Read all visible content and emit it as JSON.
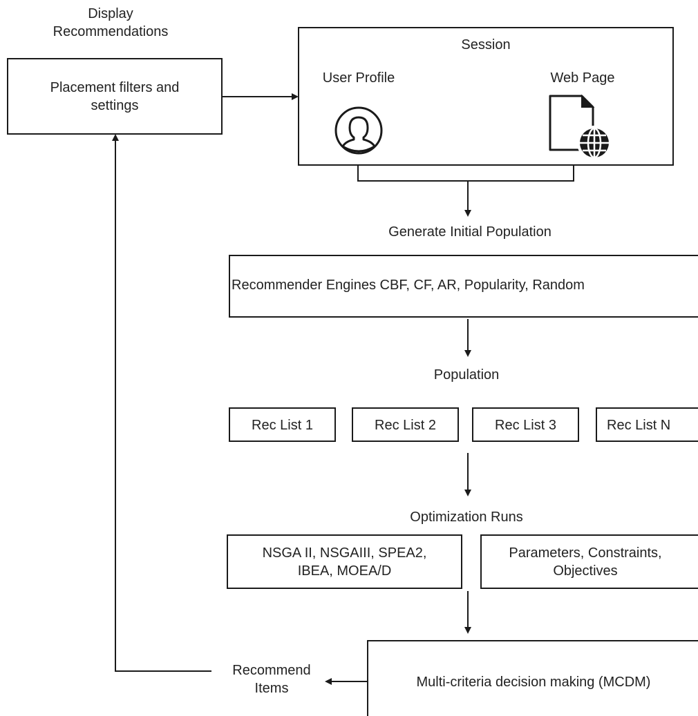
{
  "display": {
    "title_line1": "Display",
    "title_line2": "Recommendations",
    "placement_line1": "Placement filters and",
    "placement_line2": "settings"
  },
  "session": {
    "title": "Session",
    "user_profile": "User Profile",
    "web_page": "Web Page"
  },
  "generate_label": "Generate Initial Population",
  "engines_label": "Recommender Engines CBF, CF, AR, Popularity, Random",
  "population_label": "Population",
  "rec_lists": [
    "Rec List 1",
    "Rec List 2",
    "Rec List 3",
    "Rec List N"
  ],
  "optimization_label": "Optimization Runs",
  "algorithms": {
    "line1": "NSGA II, NSGAIII, SPEA2,",
    "line2": "IBEA, MOEA/D"
  },
  "parameters": {
    "line1": "Parameters, Constraints,",
    "line2": "Objectives"
  },
  "mcdm_label": "Multi-criteria decision making (MCDM)",
  "recommend": {
    "line1": "Recommend",
    "line2": "Items"
  },
  "icons": [
    "user-profile-icon",
    "web-page-icon",
    "globe-icon"
  ]
}
